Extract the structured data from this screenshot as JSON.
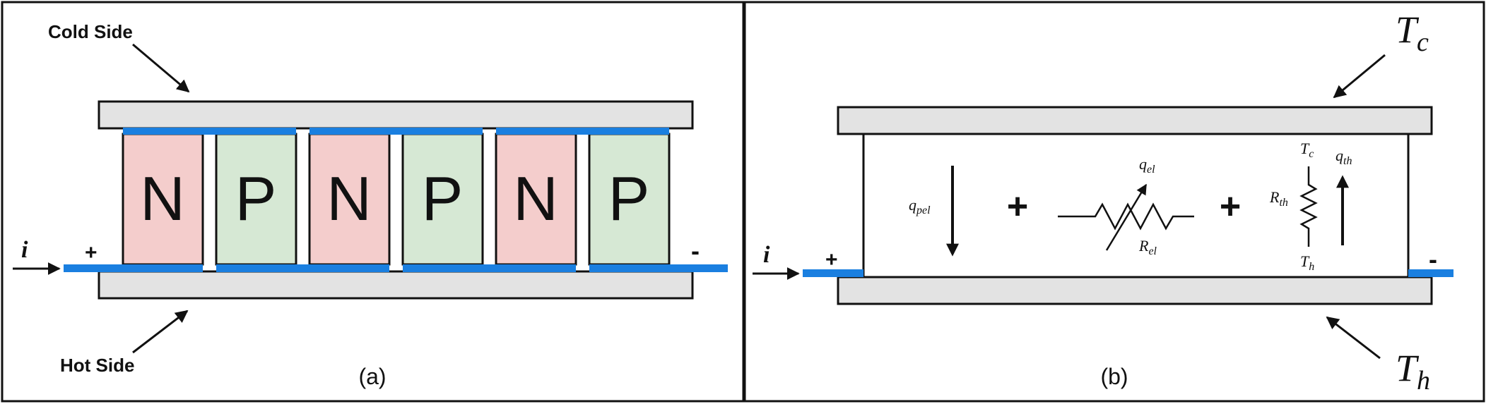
{
  "panel_a": {
    "cold_side_label": "Cold Side",
    "hot_side_label": "Hot Side",
    "current_label": "i",
    "plus_label": "+",
    "minus_label": "-",
    "legs": [
      "N",
      "P",
      "N",
      "P",
      "N",
      "P"
    ],
    "caption": "(a)"
  },
  "panel_b": {
    "tc_label": "T",
    "tc_sub": "c",
    "th_label": "T",
    "th_sub": "h",
    "current_label": "i",
    "plus_label": "+",
    "minus_label": "-",
    "q_pel": "q",
    "q_pel_sub": "pel",
    "q_el": "q",
    "q_el_sub": "el",
    "r_el": "R",
    "r_el_sub": "el",
    "r_th": "R",
    "r_th_sub": "th",
    "q_th": "q",
    "q_th_sub": "th",
    "small_tc": "T",
    "small_tc_sub": "c",
    "small_th": "T",
    "small_th_sub": "h",
    "plus1": "+",
    "plus2": "+",
    "caption": "(b)"
  },
  "colors": {
    "plate": "#e3e3e3",
    "conductor": "#1a7fe0",
    "n_leg": "#f4cdcc",
    "p_leg": "#d6e8d4"
  }
}
